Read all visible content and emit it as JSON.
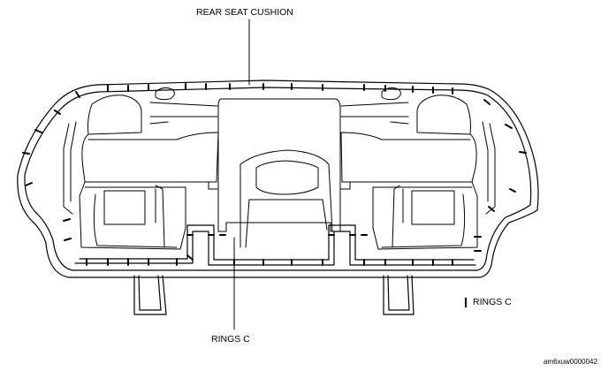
{
  "callouts": {
    "top": "REAR SEAT CUSHION",
    "bottom": "RINGS C"
  },
  "legend": {
    "label": "RINGS C"
  },
  "figure_id": "am6xuw0000042",
  "colors": {
    "line": "#000000",
    "background": "#ffffff"
  }
}
